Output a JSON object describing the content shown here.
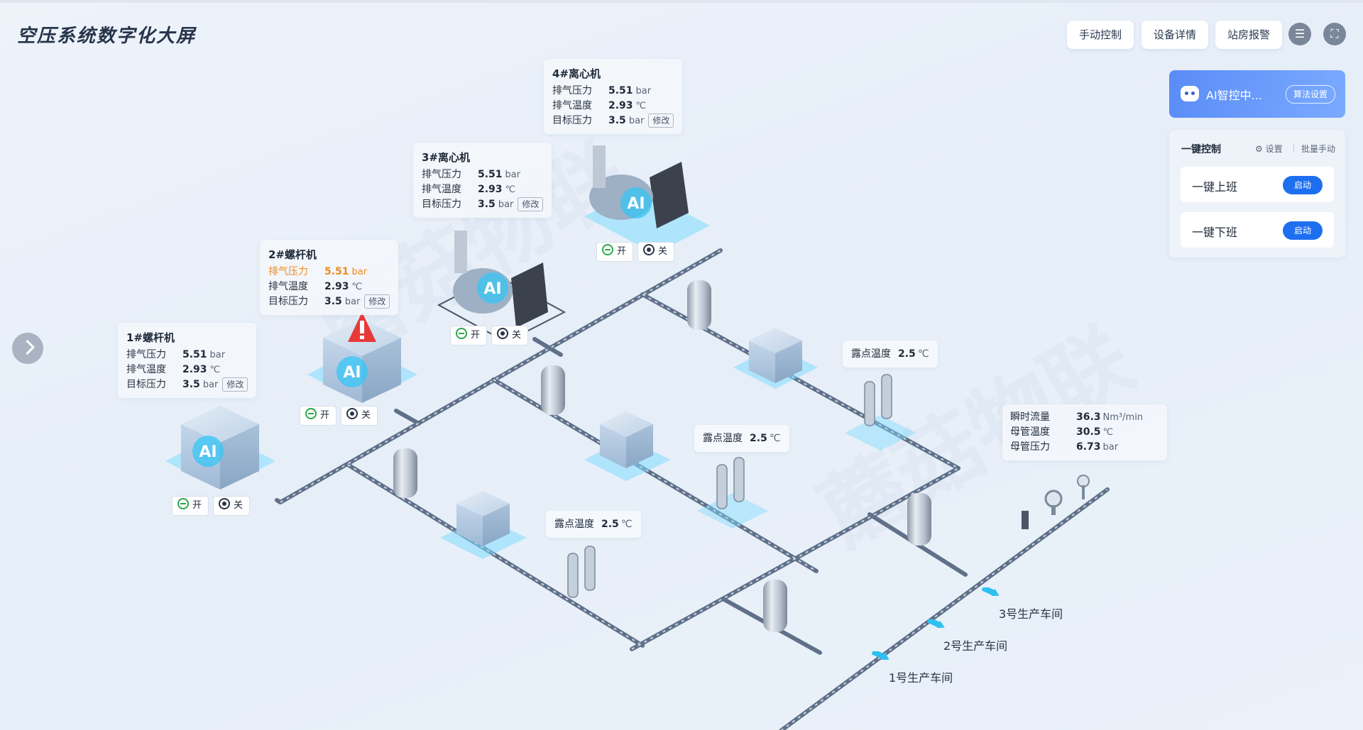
{
  "header": {
    "title": "空压系统数字化大屏",
    "buttons": [
      "手动控制",
      "设备详情",
      "站房报警"
    ],
    "menu_icon": "list-icon",
    "fullscreen_icon": "fullscreen-icon"
  },
  "ai_panel": {
    "label": "AI智控中...",
    "algo_button": "算法设置"
  },
  "one_key": {
    "title": "一键控制",
    "settings": "设置",
    "batch": "批量手动",
    "rows": [
      {
        "label": "一键上班",
        "action": "启动"
      },
      {
        "label": "一键下班",
        "action": "启动"
      }
    ]
  },
  "labels": {
    "pressure": "排气压力",
    "temperature": "排气温度",
    "target": "目标压力",
    "dew": "露点温度",
    "modify": "修改",
    "on": "开",
    "off": "关",
    "bar": "bar",
    "celsius": "℃"
  },
  "machines": [
    {
      "name": "1#螺杆机",
      "pressure": "5.51",
      "temperature": "2.93",
      "target": "3.5",
      "alarm": false
    },
    {
      "name": "2#螺杆机",
      "pressure": "5.51",
      "temperature": "2.93",
      "target": "3.5",
      "alarm": true
    },
    {
      "name": "3#离心机",
      "pressure": "5.51",
      "temperature": "2.93",
      "target": "3.5",
      "alarm": false
    },
    {
      "name": "4#离心机",
      "pressure": "5.51",
      "temperature": "2.93",
      "target": "3.5",
      "alarm": false
    }
  ],
  "dryers": [
    {
      "dew": "2.5"
    },
    {
      "dew": "2.5"
    },
    {
      "dew": "2.5"
    }
  ],
  "main_pipe": {
    "flow_label": "瞬时流量",
    "flow": "36.3",
    "flow_unit": "Nm³/min",
    "temp_label": "母管温度",
    "temp": "30.5",
    "temp_unit": "℃",
    "press_label": "母管压力",
    "press": "6.73",
    "press_unit": "bar"
  },
  "workshops": [
    "1号生产车间",
    "2号生产车间",
    "3号生产车间"
  ],
  "watermark": "蘑菇物联",
  "colors": {
    "accent": "#1e6ff0",
    "warn": "#f08a1c",
    "glow": "#3fd0ff",
    "ok": "#2aa84a"
  }
}
